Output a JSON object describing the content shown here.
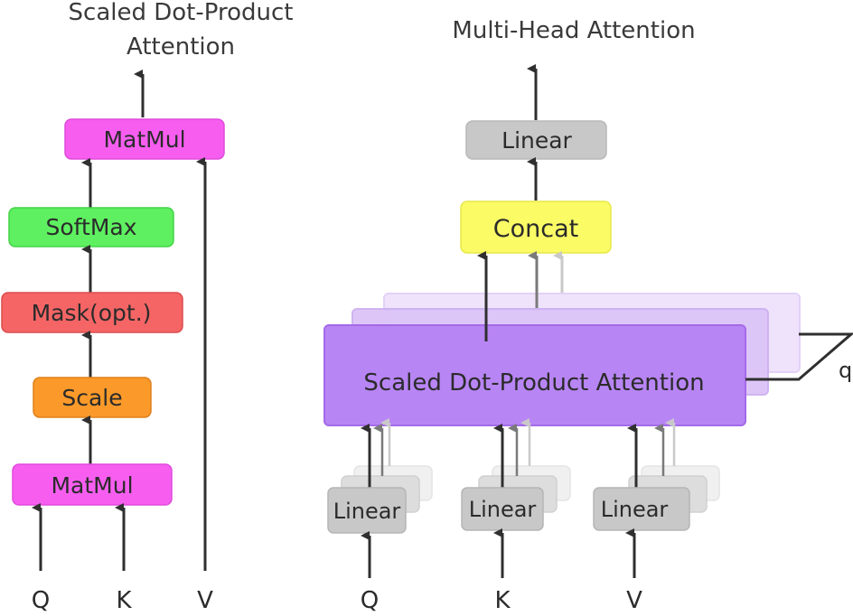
{
  "left_diagram": {
    "title_line1": "Scaled Dot-Product",
    "title_line2": "Attention",
    "blocks": {
      "matmul_top": "MatMul",
      "softmax": "SoftMax",
      "mask": "Mask(opt.)",
      "scale": "Scale",
      "matmul_bottom": "MatMul"
    },
    "inputs": {
      "q": "Q",
      "k": "K",
      "v": "V"
    }
  },
  "right_diagram": {
    "title": "Multi-Head Attention",
    "blocks": {
      "linear_top": "Linear",
      "concat": "Concat",
      "attention": "Scaled Dot-Product Attention",
      "linear_q": "Linear",
      "linear_k": "Linear",
      "linear_v": "Linear"
    },
    "heads_label": "q",
    "inputs": {
      "q": "Q",
      "k": "K",
      "v": "V"
    }
  },
  "colors": {
    "matmul": "#f75ef0",
    "softmax": "#5ef060",
    "mask": "#f56565",
    "scale": "#fb9a2a",
    "linear": "#c8c8c8",
    "concat": "#fbfb66",
    "attention": "#b885f5",
    "arrow": "#2f2f2f"
  }
}
